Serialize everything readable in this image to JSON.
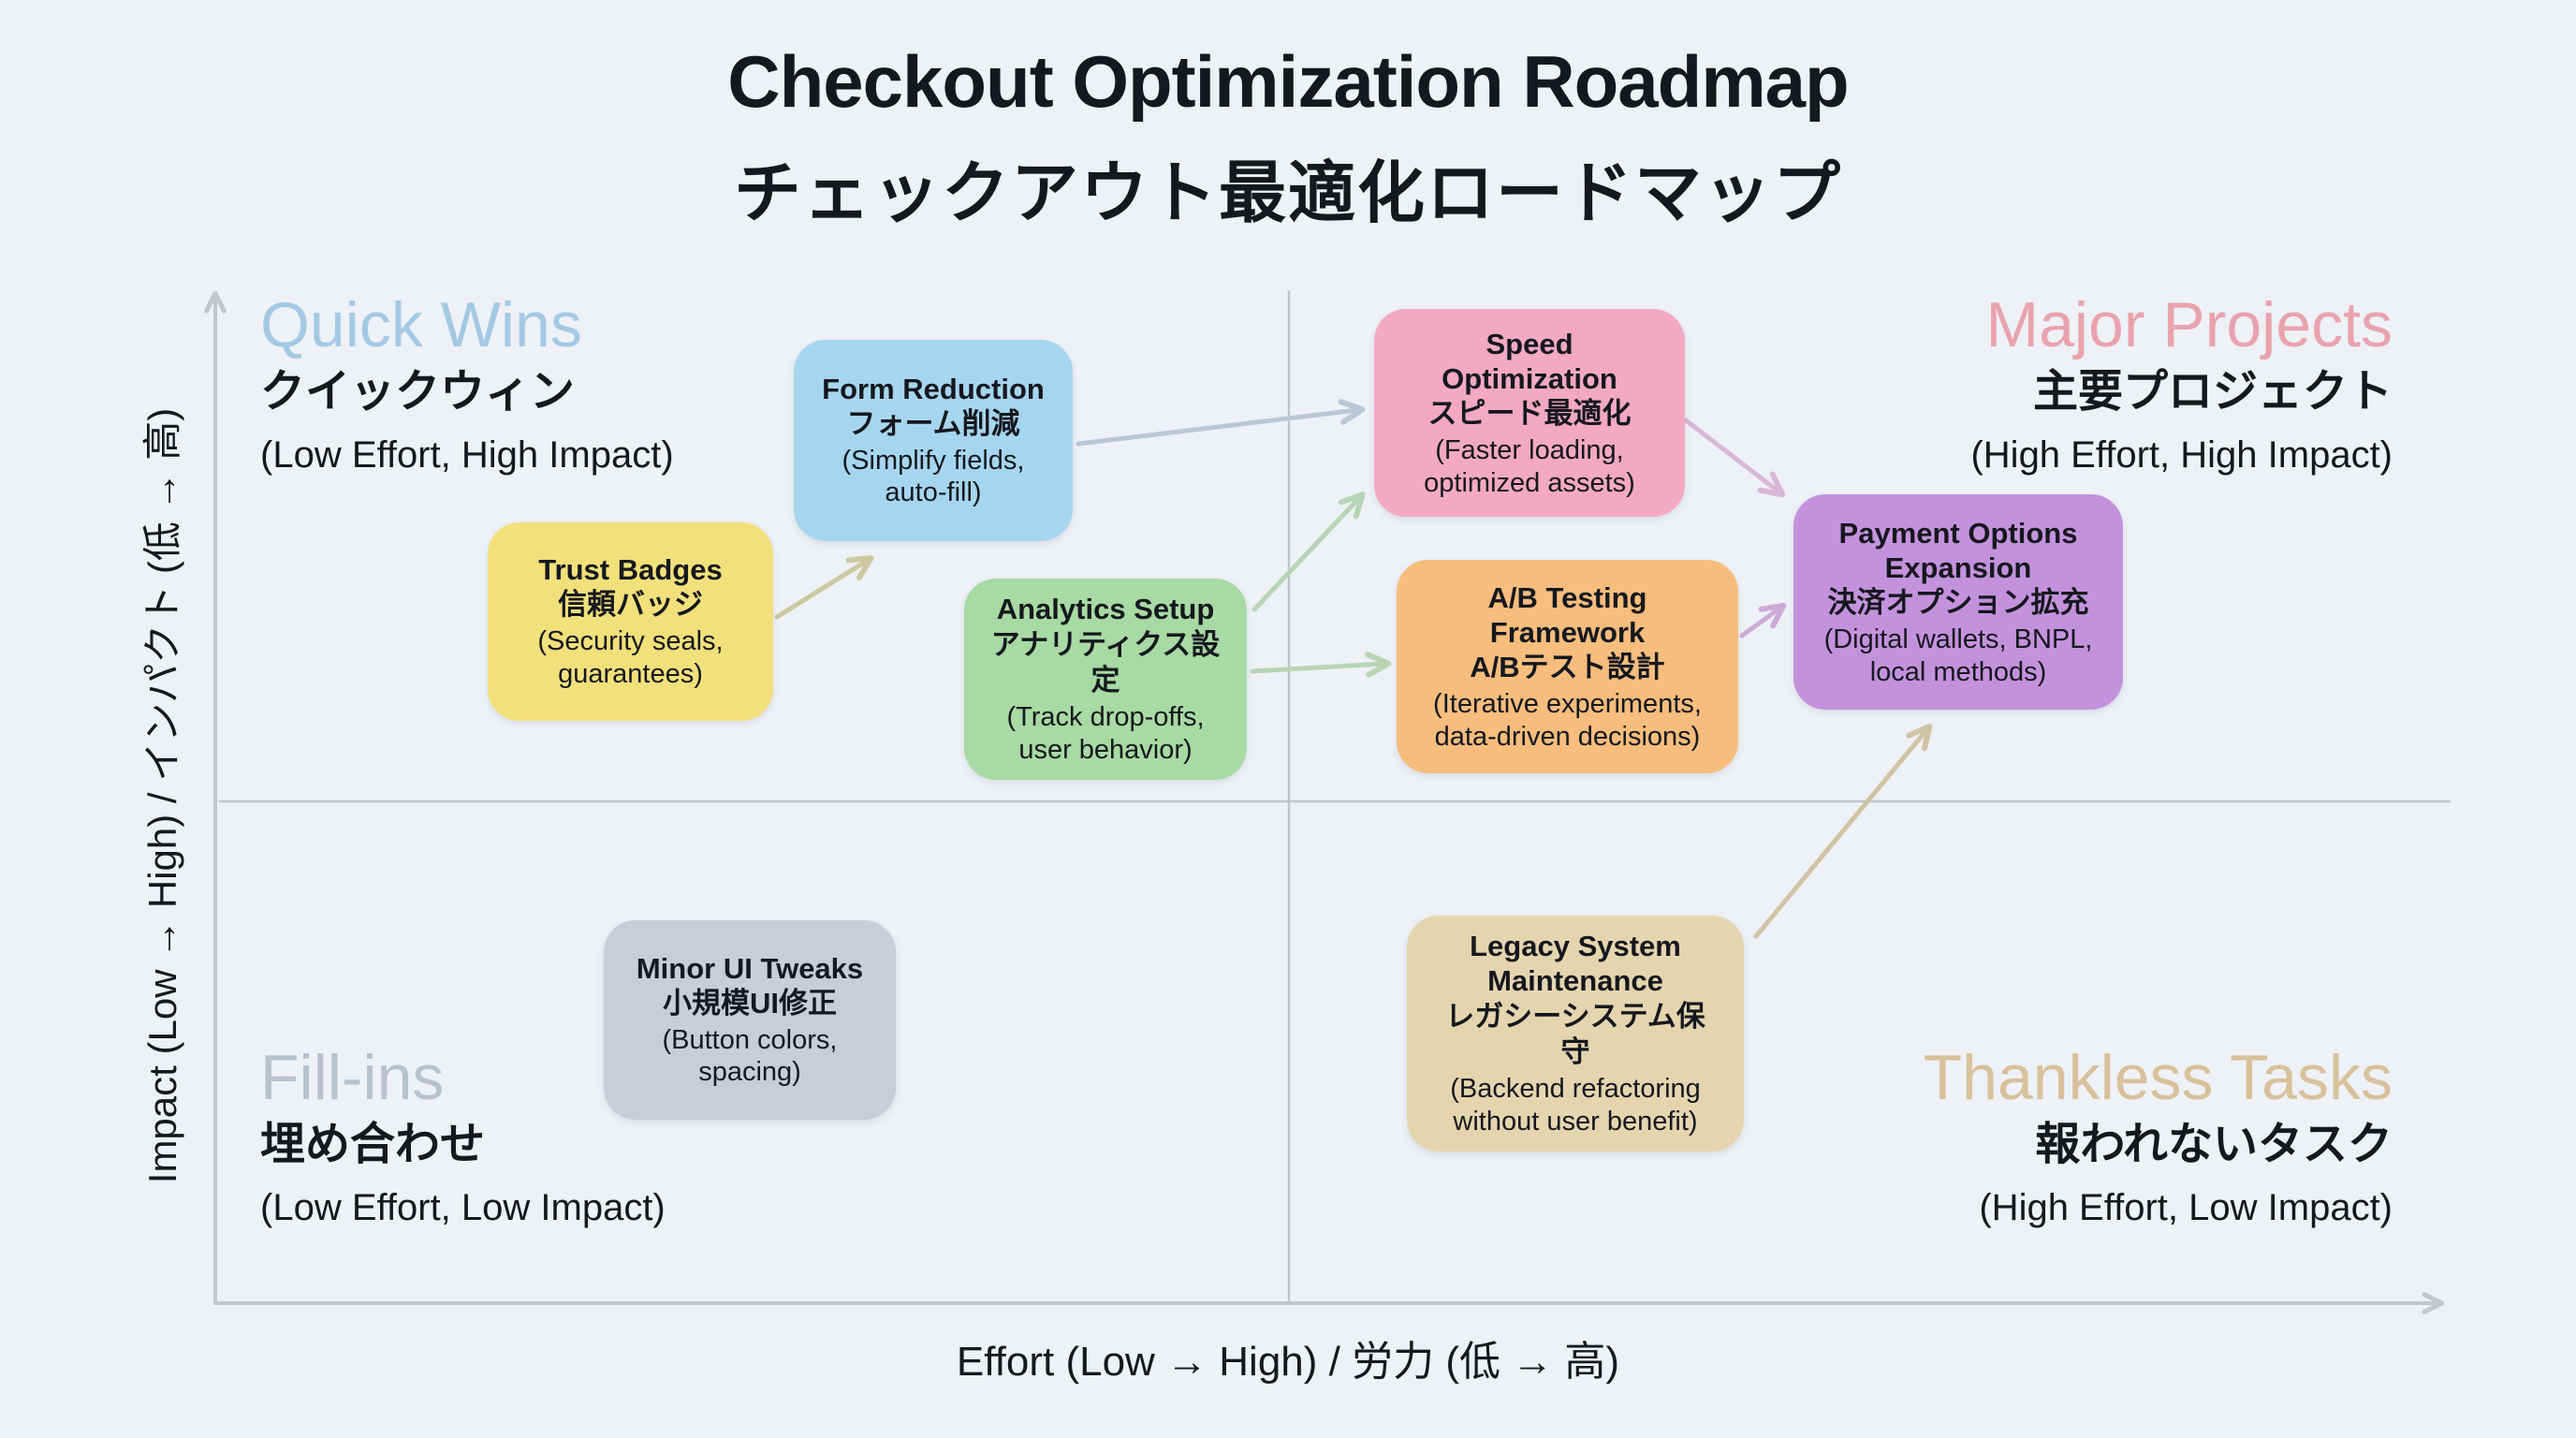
{
  "title": {
    "en": "Checkout Optimization Roadmap",
    "jp": "チェックアウト最適化ロードマップ"
  },
  "axes": {
    "x_label": "Effort (Low → High) / 労力 (低 → 高)",
    "y_label": "Impact (Low → High) / インパクト (低 → 高)"
  },
  "quadrants": [
    {
      "id": "quick-wins",
      "en": "Quick Wins",
      "jp": "クイックウィン",
      "note": "(Low Effort, High Impact)",
      "color": "#a3c9e4"
    },
    {
      "id": "major-projects",
      "en": "Major Projects",
      "jp": "主要プロジェクト",
      "note": "(High Effort, High Impact)",
      "color": "#e9a3ad"
    },
    {
      "id": "fill-ins",
      "en": "Fill-ins",
      "jp": "埋め合わせ",
      "note": "(Low Effort, Low Impact)",
      "color": "#b8c2cd"
    },
    {
      "id": "thankless-tasks",
      "en": "Thankless Tasks",
      "jp": "報われないタスク",
      "note": "(High Effort, Low Impact)",
      "color": "#d8c19b"
    }
  ],
  "cards": [
    {
      "id": "trust-badges",
      "title": "Trust Badges",
      "jp": "信頼バッジ",
      "note": "(Security seals, guarantees)",
      "color": "#f2e07b"
    },
    {
      "id": "form-reduction",
      "title": "Form Reduction",
      "jp": "フォーム削減",
      "note": "(Simplify fields, auto-fill)",
      "color": "#a6d6ef"
    },
    {
      "id": "analytics-setup",
      "title": "Analytics Setup",
      "jp": "アナリティクス設定",
      "note": "(Track drop-offs, user behavior)",
      "color": "#a8daa4"
    },
    {
      "id": "speed-optimization",
      "title": "Speed Optimization",
      "jp": "スピード最適化",
      "note": "(Faster loading, optimized assets)",
      "color": "#f3a9c1"
    },
    {
      "id": "ab-testing",
      "title": "A/B Testing Framework",
      "jp": "A/Bテスト設計",
      "note": "(Iterative experiments, data-driven decisions)",
      "color": "#f6bd7d"
    },
    {
      "id": "payment-options",
      "title": "Payment Options Expansion",
      "jp": "決済オプション拡充",
      "note": "(Digital wallets, BNPL, local methods)",
      "color": "#c492dd"
    },
    {
      "id": "minor-ui-tweaks",
      "title": "Minor UI Tweaks",
      "jp": "小規模UI修正",
      "note": "(Button colors, spacing)",
      "color": "#c9cdd6"
    },
    {
      "id": "legacy-system",
      "title": "Legacy System Maintenance",
      "jp": "レガシーシステム保守",
      "note": "(Backend refactoring without user benefit)",
      "color": "#e5d5af"
    }
  ],
  "arrows": [
    {
      "from": "trust-badges",
      "to": "form-reduction",
      "color": "#cdc8a0"
    },
    {
      "from": "form-reduction",
      "to": "speed-optimization",
      "color": "#b9c7d8"
    },
    {
      "from": "analytics-setup",
      "to": "speed-optimization",
      "color": "#b7d5b4"
    },
    {
      "from": "analytics-setup",
      "to": "ab-testing",
      "color": "#b7d5b4"
    },
    {
      "from": "speed-optimization",
      "to": "payment-options",
      "color": "#d9b7d7"
    },
    {
      "from": "ab-testing",
      "to": "payment-options",
      "color": "#ccabd7"
    },
    {
      "from": "legacy-system",
      "to": "payment-options",
      "color": "#d1c3a5"
    }
  ],
  "colors": {
    "background": "#eef1f6",
    "axis": "#c3c7cd",
    "divider": "#b9bdc4",
    "text": "#15181e"
  }
}
